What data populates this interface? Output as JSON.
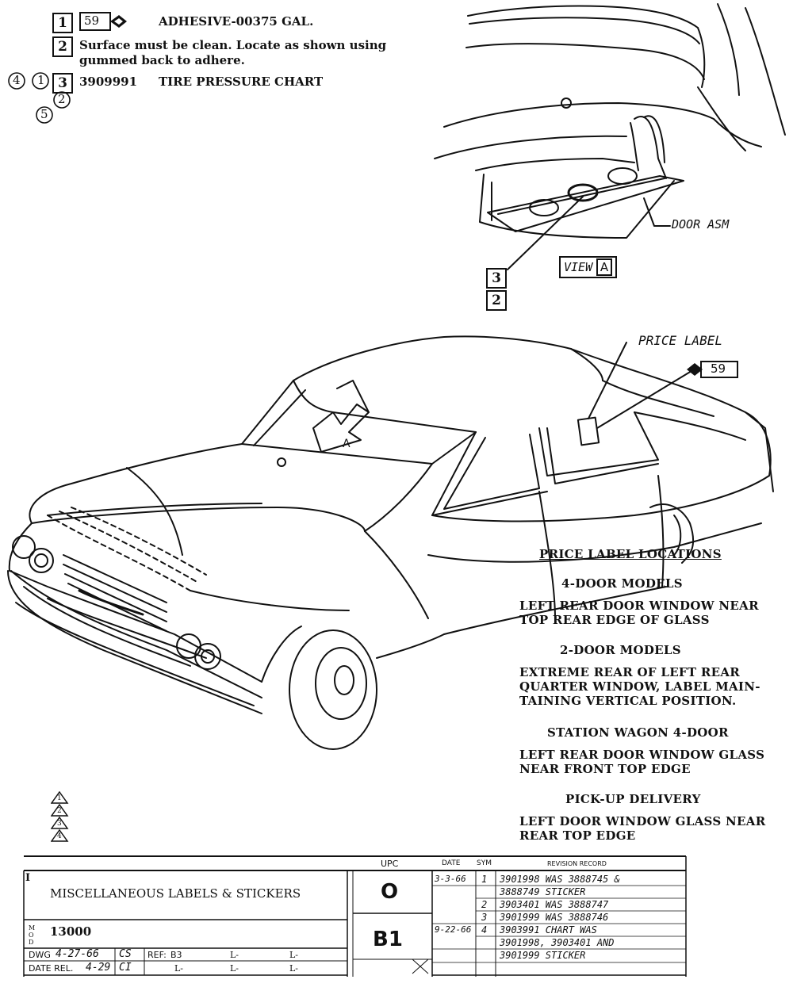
{
  "legend": {
    "items": [
      {
        "num": "1",
        "code": "59",
        "text": "ADHESIVE-00375 GAL."
      },
      {
        "num": "2",
        "text_line1": "Surface must be clean.  Locate as shown using",
        "text_line2": "gummed back to adhere."
      },
      {
        "num": "3",
        "part": "3909991",
        "text": "TIRE PRESSURE CHART"
      }
    ],
    "circled": [
      "4",
      "1",
      "2",
      "5"
    ]
  },
  "view_a": {
    "callout_door": "DOOR ASM",
    "view_label": "VIEW",
    "view_letter": "A",
    "box3": "3",
    "box2": "2"
  },
  "car": {
    "price_label": "PRICE LABEL",
    "code_59": "59",
    "arrow_letter": "A"
  },
  "price_locations": {
    "title": "PRICE LABEL LOCATIONS",
    "sections": [
      {
        "heading": "4-DOOR MODELS",
        "lines": [
          "LEFT REAR DOOR WINDOW NEAR",
          "TOP REAR EDGE OF GLASS"
        ]
      },
      {
        "heading": "2-DOOR MODELS",
        "lines": [
          "EXTREME REAR OF LEFT REAR",
          "QUARTER WINDOW, LABEL MAIN-",
          "TAINING VERTICAL POSITION."
        ]
      },
      {
        "heading": "STATION WAGON 4-DOOR",
        "lines": [
          "LEFT REAR DOOR WINDOW GLASS",
          "NEAR FRONT TOP EDGE"
        ]
      },
      {
        "heading": "PICK-UP DELIVERY",
        "lines": [
          "LEFT DOOR WINDOW GLASS NEAR",
          "REAR TOP EDGE"
        ]
      }
    ]
  },
  "revision_triangles": [
    "1",
    "2",
    "3",
    "4"
  ],
  "title_block": {
    "title": "MISCELLANEOUS LABELS & STICKERS",
    "number": "13000",
    "mod_label": "M O D",
    "dwg_label": "DWG",
    "dwg_date": "4-27-66",
    "dwg_initials": "CS",
    "date_rel_label": "DATE REL.",
    "date_rel": "4-29",
    "rel_initials": "CI",
    "ref_label": "REF:",
    "ref_value": "B3",
    "l_marks": [
      "L-",
      "L-",
      "L-",
      "L-",
      "L-"
    ],
    "upc_header": "UPC",
    "upc_value": "O",
    "section_code": "B1",
    "date_header": "DATE",
    "sym_header": "SYM",
    "revision_header": "REVISION RECORD",
    "revisions": [
      {
        "date": "3-3-66",
        "sym": "1",
        "lines": [
          "3901998 WAS 3888745 &",
          "3888749 STICKER"
        ]
      },
      {
        "date": "",
        "sym": "2",
        "lines": [
          "3903401  WAS 3888747"
        ]
      },
      {
        "date": "",
        "sym": "3",
        "lines": [
          "3901999  WAS 3888746"
        ]
      },
      {
        "date": "9-22-66",
        "sym": "4",
        "lines": [
          "3903991 CHART WAS",
          "3901998, 3903401 AND",
          "3901999  STICKER"
        ]
      }
    ]
  }
}
